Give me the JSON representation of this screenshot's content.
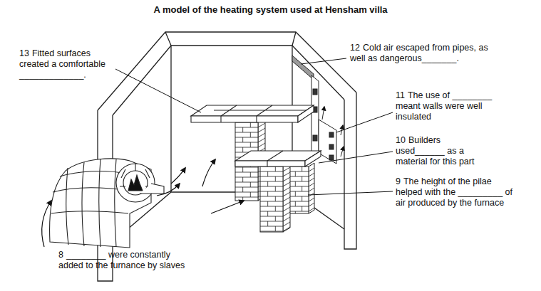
{
  "diagram": {
    "title": "A model of the heating system used at Hensham villa",
    "labels": [
      "13",
      "Fitted surfaces created a comfortable _____________.",
      "12",
      "Cold air escaped from pipes, as well as dangerous_______.",
      "11",
      "The use of ________ meant walls were well insulated",
      "10",
      "Builders used______ as a material for this part",
      "9",
      "The height of the pilae helped with the _________ of air produced by the furnace",
      "8",
      "________ were constantly added to the furnance by slaves"
    ]
  }
}
